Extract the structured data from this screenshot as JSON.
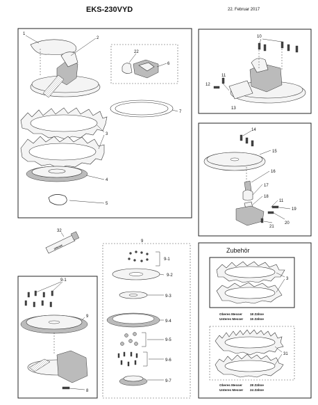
{
  "header": {
    "title": "EKS-230VYD",
    "date": "22. Februar 2017"
  },
  "callouts": {
    "c1": "1",
    "c2": "2",
    "c3": "3",
    "c4": "4",
    "c5": "5",
    "c6": "6",
    "c7": "7",
    "c22": "22",
    "c10": "10",
    "c11": "11",
    "c12": "12",
    "c13": "13",
    "c14": "14",
    "c15": "15",
    "c16": "16",
    "c17": "17",
    "c18": "18",
    "c11b": "11",
    "c19": "19",
    "c20": "20",
    "c21": "21",
    "c32": "32",
    "c9top": "9",
    "c9_1": "9-1",
    "c9_2": "9-2",
    "c9_3": "9-3",
    "c9_4": "9-4",
    "c9_5": "9-5",
    "c9_6": "9-6",
    "c9_7": "9-7",
    "c9_1b": "9-1",
    "c9left": "9",
    "c8": "8",
    "c3acc": "3",
    "c31": "31"
  },
  "grease_label": "GREASE",
  "accessories": {
    "title": "Zubehör",
    "set_3": {
      "upper": "Oberes Messer",
      "upper_teeth": "18 Zähne",
      "lower": "Unteres Messer",
      "lower_teeth": "15 Zähne"
    },
    "set_31": {
      "upper": "Oberes Messer",
      "upper_teeth": "28 Zähne",
      "lower": "Unteres Messer",
      "lower_teeth": "24 Zähne"
    }
  }
}
